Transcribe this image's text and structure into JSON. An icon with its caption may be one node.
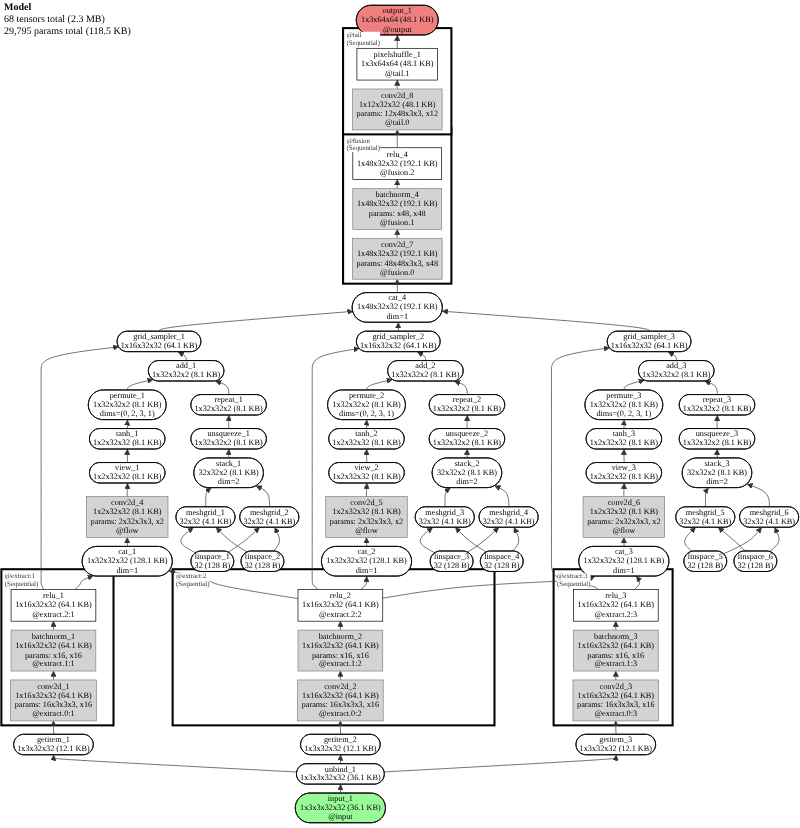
{
  "diagram": {
    "title": "Model",
    "labels": [
      "68 tensors total (2.3 MB)",
      "29,795 params total (118.5 KB)"
    ],
    "nodes": [
      {
        "text": [
          "output_1",
          "1x3x64x64 (48.1 KB)",
          "@output"
        ]
      },
      {
        "text": [
          "@tail",
          "(Sequential)"
        ]
      },
      {
        "text": [
          "pixelshuffle_1",
          "1x3x64x64 (48.1 KB)",
          "@tail.1"
        ],
        "in": 1
      },
      {
        "text": [
          "conv2d_8",
          "1x12x32x32 (48.1 KB)",
          "params: 12x48x3x3, x12",
          "@tail.0"
        ],
        "in": 1
      },
      {
        "text": [
          "@fusion",
          "(Sequential)"
        ]
      },
      {
        "text": [
          "relu_4",
          "1x48x32x32 (192.1 KB)",
          "@fusion.2"
        ],
        "in": 4
      },
      {
        "text": [
          "batchnorm_4",
          "1x48x32x32 (192.1 KB)",
          "params: x48, x48",
          "@fusion.1"
        ],
        "in": 4
      },
      {
        "text": [
          "conv2d_7",
          "1x48x32x32 (192.1 KB)",
          "params: 48x48x3x3, x48",
          "@fusion.0"
        ],
        "in": 4
      },
      {
        "text": [
          "cat_4",
          "1x48x32x32 (192.1 KB)",
          "dim=1"
        ]
      },
      {
        "text": [
          "grid_sampler_1",
          "1x16x32x32 (64.1 KB)"
        ]
      },
      {
        "text": [
          "grid_sampler_2",
          "1x16x32x32 (64.1 KB)"
        ]
      },
      {
        "text": [
          "grid_sampler_3",
          "1x16x32x32 (64.1 KB)"
        ]
      },
      {
        "text": [
          "add_1",
          "1x32x32x2 (8.1 KB)"
        ]
      },
      {
        "text": [
          "add_2",
          "1x32x32x2 (8.1 KB)"
        ]
      },
      {
        "text": [
          "add_3",
          "1x32x32x2 (8.1 KB)"
        ]
      },
      {
        "text": [
          "repeat_1",
          "1x32x32x2 (8.1 KB)"
        ]
      },
      {
        "text": [
          "permute_1",
          "1x32x32x2 (8.1 KB)",
          "dims=(0, 2, 3, 1)"
        ]
      },
      {
        "text": [
          "repeat_2",
          "1x32x32x2 (8.1 KB)"
        ]
      },
      {
        "text": [
          "permute_2",
          "1x32x32x2 (8.1 KB)",
          "dims=(0, 2, 3, 1)"
        ]
      },
      {
        "text": [
          "permute_3",
          "1x32x32x2 (8.1 KB)",
          "dims=(0, 2, 3, 1)"
        ]
      },
      {
        "text": [
          "repeat_3",
          "1x32x32x2 (8.1 KB)"
        ]
      },
      {
        "text": [
          "unsqueeze_1",
          "1x32x32x2 (8.1 KB)"
        ]
      },
      {
        "text": [
          "tanh_1",
          "1x2x32x32 (8.1 KB)"
        ]
      },
      {
        "text": [
          "unsqueeze_2",
          "1x32x32x2 (8.1 KB)"
        ]
      },
      {
        "text": [
          "tanh_2",
          "1x2x32x32 (8.1 KB)"
        ]
      },
      {
        "text": [
          "tanh_3",
          "1x2x32x32 (8.1 KB)"
        ]
      },
      {
        "text": [
          "unsqueeze_3",
          "1x32x32x2 (8.1 KB)"
        ]
      },
      {
        "text": [
          "stack_1",
          "32x32x2 (8.1 KB)",
          "dim=2"
        ]
      },
      {
        "text": [
          "view_1",
          "1x2x32x32 (8.1 KB)"
        ]
      },
      {
        "text": [
          "stack_2",
          "32x32x2 (8.1 KB)",
          "dim=2"
        ]
      },
      {
        "text": [
          "view_2",
          "1x2x32x32 (8.1 KB)"
        ]
      },
      {
        "text": [
          "view_3",
          "1x2x32x32 (8.1 KB)"
        ]
      },
      {
        "text": [
          "stack_3",
          "32x32x2 (8.1 KB)",
          "dim=2"
        ]
      },
      {
        "text": [
          "meshgrid_1",
          "32x32 (4.1 KB)"
        ]
      },
      {
        "text": [
          "meshgrid_2",
          "32x32 (4.1 KB)"
        ]
      },
      {
        "text": [
          "conv2d_4",
          "1x2x32x32 (8.1 KB)",
          "params: 2x32x3x3, x2",
          "@flow"
        ]
      },
      {
        "text": [
          "meshgrid_3",
          "32x32 (4.1 KB)"
        ]
      },
      {
        "text": [
          "meshgrid_4",
          "32x32 (4.1 KB)"
        ]
      },
      {
        "text": [
          "conv2d_5",
          "1x2x32x32 (8.1 KB)",
          "params: 2x32x3x3, x2",
          "@flow"
        ]
      },
      {
        "text": [
          "conv2d_6",
          "1x2x32x32 (8.1 KB)",
          "params: 2x32x3x3, x2",
          "@flow"
        ]
      },
      {
        "text": [
          "meshgrid_5",
          "32x32 (4.1 KB)"
        ]
      },
      {
        "text": [
          "meshgrid_6",
          "32x32 (4.1 KB)"
        ]
      },
      {
        "text": [
          "linspace_1",
          "32 (128 B)"
        ]
      },
      {
        "text": [
          "linspace_2",
          "32 (128 B)"
        ]
      },
      {
        "text": [
          "cat_1",
          "1x32x32x32 (128.1 KB)",
          "dim=1"
        ]
      },
      {
        "text": [
          "linspace_3",
          "32 (128 B)"
        ]
      },
      {
        "text": [
          "linspace_4",
          "32 (128 B)"
        ]
      },
      {
        "text": [
          "cat_2",
          "1x32x32x32 (128.1 KB)",
          "dim=1"
        ]
      },
      {
        "text": [
          "cat_3",
          "1x32x32x32 (128.1 KB)",
          "dim=1"
        ]
      },
      {
        "text": [
          "linspace_5",
          "32 (128 B)"
        ]
      },
      {
        "text": [
          "linspace_6",
          "32 (128 B)"
        ]
      },
      {
        "text": [
          "@extract:1",
          "(Sequential)"
        ]
      },
      {
        "text": [
          "relu_1",
          "1x16x32x32 (64.1 KB)",
          "@extract.2:1"
        ],
        "in": 51
      },
      {
        "text": [
          "batchnorm_1",
          "1x16x32x32 (64.1 KB)",
          "params: x16, x16",
          "@extract.1:1"
        ],
        "in": 51
      },
      {
        "text": [
          "conv2d_1",
          "1x16x32x32 (64.1 KB)",
          "params: 16x3x3x3, x16",
          "@extract.0:1"
        ],
        "in": 51
      },
      {
        "text": [
          "@extract:2",
          "(Sequential)"
        ]
      },
      {
        "text": [
          "relu_2",
          "1x16x32x32 (64.1 KB)",
          "@extract.2:2"
        ],
        "in": 55
      },
      {
        "text": [
          "batchnorm_2",
          "1x16x32x32 (64.1 KB)",
          "params: x16, x16",
          "@extract.1:2"
        ],
        "in": 55
      },
      {
        "text": [
          "conv2d_2",
          "1x16x32x32 (64.1 KB)",
          "params: 16x3x3x3, x16",
          "@extract.0:2"
        ],
        "in": 55
      },
      {
        "text": [
          "@extract:3",
          "(Sequential)"
        ]
      },
      {
        "text": [
          "relu_3",
          "1x16x32x32 (64.1 KB)",
          "@extract.2:3"
        ],
        "in": 59
      },
      {
        "text": [
          "batchnorm_3",
          "1x16x32x32 (64.1 KB)",
          "params: x16, x16",
          "@extract.1:3"
        ],
        "in": 59
      },
      {
        "text": [
          "conv2d_3",
          "1x16x32x32 (64.1 KB)",
          "params: 16x3x3x3, x16",
          "@extract.0:3"
        ],
        "in": 59
      },
      {
        "text": [
          "getitem_1",
          "1x3x32x32 (12.1 KB)"
        ]
      },
      {
        "text": [
          "getitem_2",
          "1x3x32x32 (12.1 KB)"
        ]
      },
      {
        "text": [
          "getitem_3",
          "1x3x32x32 (12.1 KB)"
        ]
      },
      {
        "text": [
          "unbind_1",
          "1x3x3x32x32 (36.1 KB)"
        ]
      },
      {
        "text": [
          "input_1",
          "1x3x3x32x32 (36.1 KB)",
          "@input"
        ]
      }
    ],
    "edges": [
      {
        "from": 67,
        "to": 66,
        "arrow": "to"
      },
      {
        "from": 66,
        "to": 63,
        "arrow": "to"
      },
      {
        "from": 66,
        "to": 64,
        "arrow": "to"
      },
      {
        "from": 66,
        "to": 65,
        "arrow": "to"
      },
      {
        "from": 63,
        "to": 54,
        "arrow": "to"
      },
      {
        "from": 64,
        "to": 58,
        "arrow": "to"
      },
      {
        "from": 65,
        "to": 62,
        "arrow": "to"
      },
      {
        "from": 54,
        "to": 53,
        "arrow": "to"
      },
      {
        "from": 53,
        "to": 52,
        "arrow": "to"
      },
      {
        "from": 58,
        "to": 57,
        "arrow": "to"
      },
      {
        "from": 57,
        "to": 56,
        "arrow": "to"
      },
      {
        "from": 62,
        "to": 61,
        "arrow": "to"
      },
      {
        "from": 61,
        "to": 60,
        "arrow": "to"
      },
      {
        "from": 52,
        "to": 44,
        "arrow": "to"
      },
      {
        "from": 56,
        "to": 44,
        "arrow": "to"
      },
      {
        "from": 56,
        "to": 47,
        "arrow": "to"
      },
      {
        "from": 56,
        "to": 48,
        "arrow": "to"
      },
      {
        "from": 60,
        "to": 48,
        "arrow": "to"
      },
      {
        "from": 52,
        "to": 9,
        "arrow": "to"
      },
      {
        "from": 56,
        "to": 10,
        "arrow": "to"
      },
      {
        "from": 60,
        "to": 11,
        "arrow": "to"
      },
      {
        "from": 44,
        "to": 35,
        "arrow": "to"
      },
      {
        "from": 35,
        "to": 28,
        "arrow": "to"
      },
      {
        "from": 28,
        "to": 22,
        "arrow": "to"
      },
      {
        "from": 22,
        "to": 16,
        "arrow": "to"
      },
      {
        "from": 16,
        "to": 12,
        "arrow": "to"
      },
      {
        "from": 47,
        "to": 38,
        "arrow": "to"
      },
      {
        "from": 38,
        "to": 30,
        "arrow": "to"
      },
      {
        "from": 30,
        "to": 24,
        "arrow": "to"
      },
      {
        "from": 24,
        "to": 18,
        "arrow": "to"
      },
      {
        "from": 18,
        "to": 13,
        "arrow": "to"
      },
      {
        "from": 48,
        "to": 39,
        "arrow": "to"
      },
      {
        "from": 39,
        "to": 31,
        "arrow": "to"
      },
      {
        "from": 31,
        "to": 25,
        "arrow": "to"
      },
      {
        "from": 25,
        "to": 19,
        "arrow": "to"
      },
      {
        "from": 19,
        "to": 14,
        "arrow": "to"
      },
      {
        "from": 42,
        "to": 33,
        "arrow": "to"
      },
      {
        "from": 43,
        "to": 33,
        "arrow": "to"
      },
      {
        "from": 42,
        "to": 34,
        "arrow": "to"
      },
      {
        "from": 43,
        "to": 34,
        "arrow": "to"
      },
      {
        "from": 33,
        "to": 27,
        "arrow": "to"
      },
      {
        "from": 34,
        "to": 27,
        "arrow": "to"
      },
      {
        "from": 27,
        "to": 21,
        "arrow": "to"
      },
      {
        "from": 21,
        "to": 15,
        "arrow": "to"
      },
      {
        "from": 15,
        "to": 12,
        "arrow": "to"
      },
      {
        "from": 45,
        "to": 36,
        "arrow": "to"
      },
      {
        "from": 46,
        "to": 36,
        "arrow": "to"
      },
      {
        "from": 45,
        "to": 37,
        "arrow": "to"
      },
      {
        "from": 46,
        "to": 37,
        "arrow": "to"
      },
      {
        "from": 36,
        "to": 29,
        "arrow": "to"
      },
      {
        "from": 37,
        "to": 29,
        "arrow": "to"
      },
      {
        "from": 29,
        "to": 23,
        "arrow": "to"
      },
      {
        "from": 23,
        "to": 17,
        "arrow": "to"
      },
      {
        "from": 17,
        "to": 13,
        "arrow": "to"
      },
      {
        "from": 49,
        "to": 40,
        "arrow": "to"
      },
      {
        "from": 50,
        "to": 40,
        "arrow": "to"
      },
      {
        "from": 49,
        "to": 41,
        "arrow": "to"
      },
      {
        "from": 50,
        "to": 41,
        "arrow": "to"
      },
      {
        "from": 40,
        "to": 32,
        "arrow": "to"
      },
      {
        "from": 41,
        "to": 32,
        "arrow": "to"
      },
      {
        "from": 32,
        "to": 26,
        "arrow": "to"
      },
      {
        "from": 26,
        "to": 20,
        "arrow": "to"
      },
      {
        "from": 20,
        "to": 14,
        "arrow": "to"
      },
      {
        "from": 12,
        "to": 9,
        "arrow": "to"
      },
      {
        "from": 13,
        "to": 10,
        "arrow": "to"
      },
      {
        "from": 14,
        "to": 11,
        "arrow": "to"
      },
      {
        "from": 9,
        "to": 8,
        "arrow": "to"
      },
      {
        "from": 10,
        "to": 8,
        "arrow": "to"
      },
      {
        "from": 11,
        "to": 8,
        "arrow": "to"
      },
      {
        "from": 8,
        "to": 7,
        "arrow": "to"
      },
      {
        "from": 7,
        "to": 6,
        "arrow": "to"
      },
      {
        "from": 6,
        "to": 5,
        "arrow": "to"
      },
      {
        "from": 5,
        "to": 3,
        "arrow": "to"
      },
      {
        "from": 3,
        "to": 2,
        "arrow": "to"
      },
      {
        "from": 2,
        "to": 0,
        "arrow": "to"
      }
    ]
  }
}
